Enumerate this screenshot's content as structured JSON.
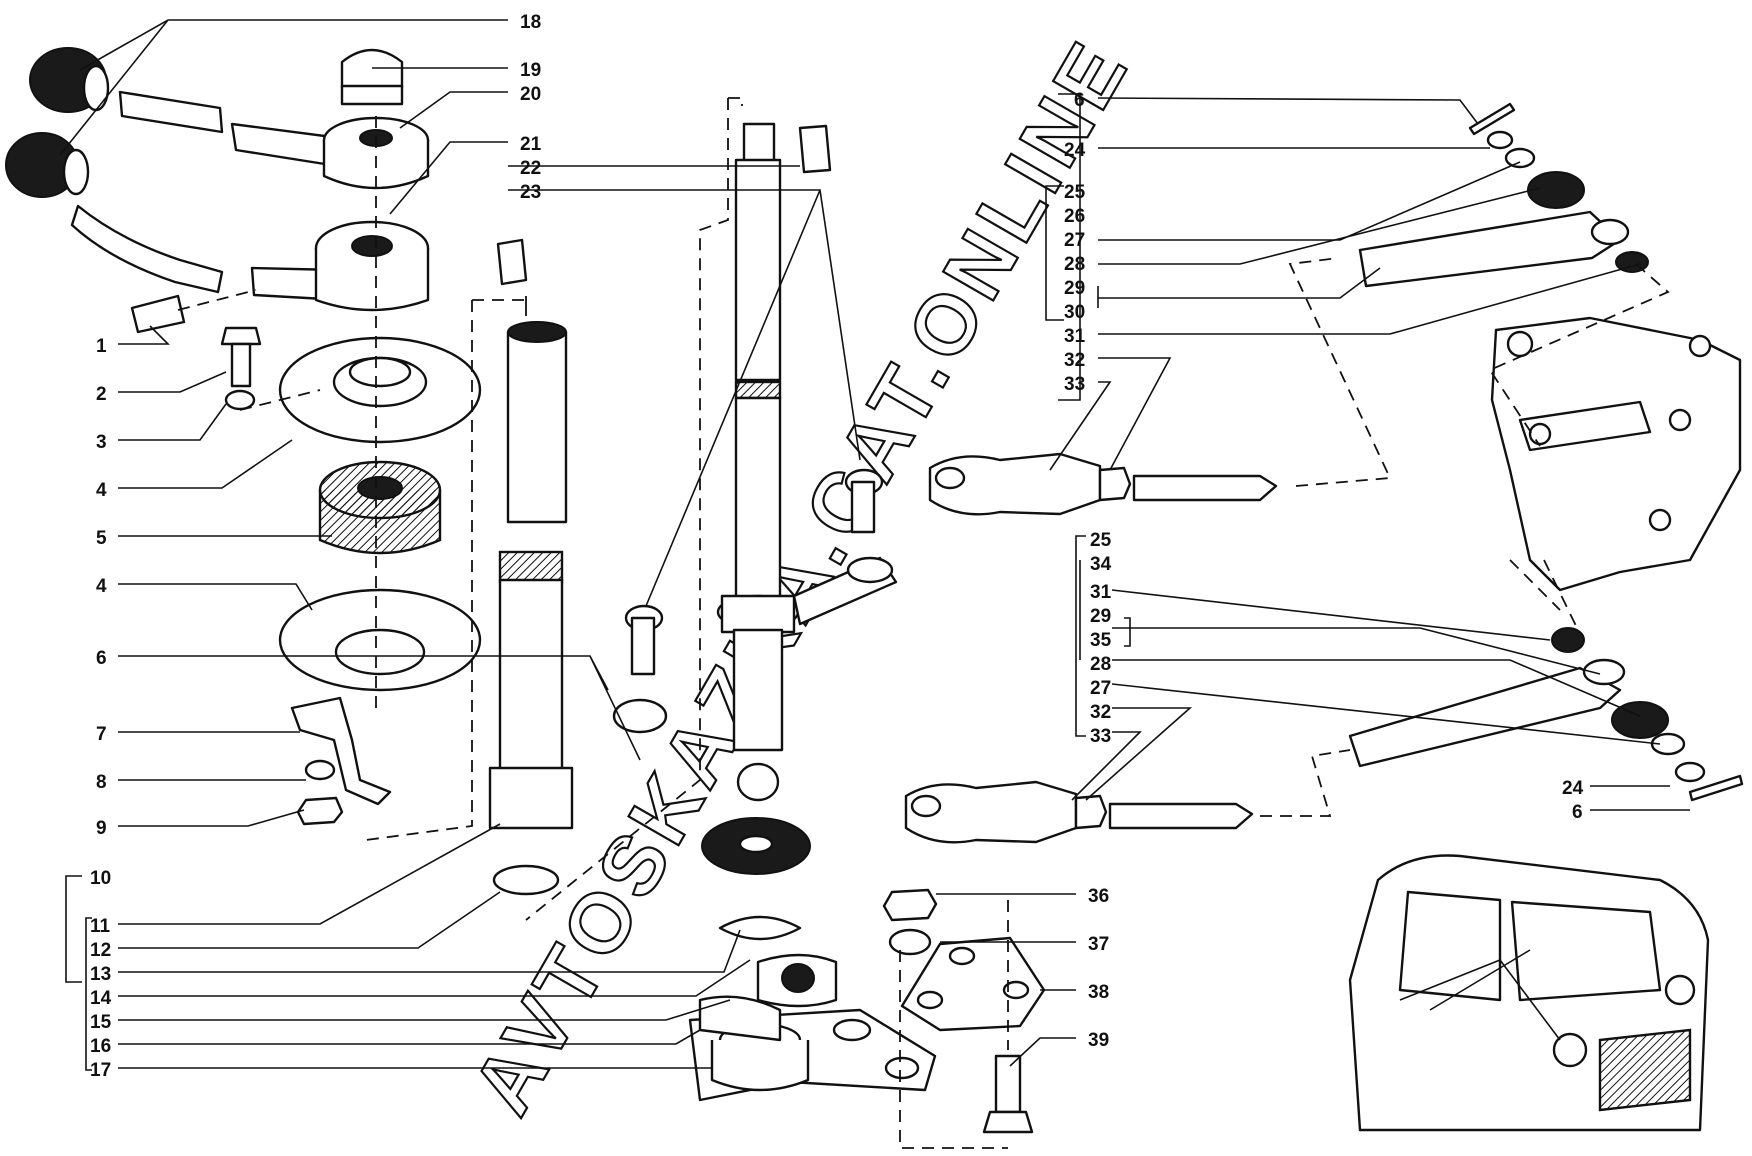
{
  "watermark": "AVTOSKAZKA.CAT.ONLINE",
  "callouts_left": [
    "1",
    "2",
    "3",
    "4",
    "5",
    "4",
    "6",
    "7",
    "8",
    "9",
    "10",
    "11",
    "12",
    "13",
    "14",
    "15",
    "16",
    "17"
  ],
  "callouts_top": [
    "18",
    "19",
    "20",
    "21",
    "22",
    "23"
  ],
  "callouts_upper_rod": [
    "6",
    "24",
    "25",
    "26",
    "27",
    "28",
    "29",
    "30",
    "31",
    "32",
    "33"
  ],
  "callouts_lower_rod": [
    "25",
    "34",
    "31",
    "29",
    "35",
    "28",
    "27",
    "32",
    "33",
    "24",
    "6"
  ],
  "callouts_bottom": [
    "36",
    "37",
    "38",
    "39"
  ]
}
